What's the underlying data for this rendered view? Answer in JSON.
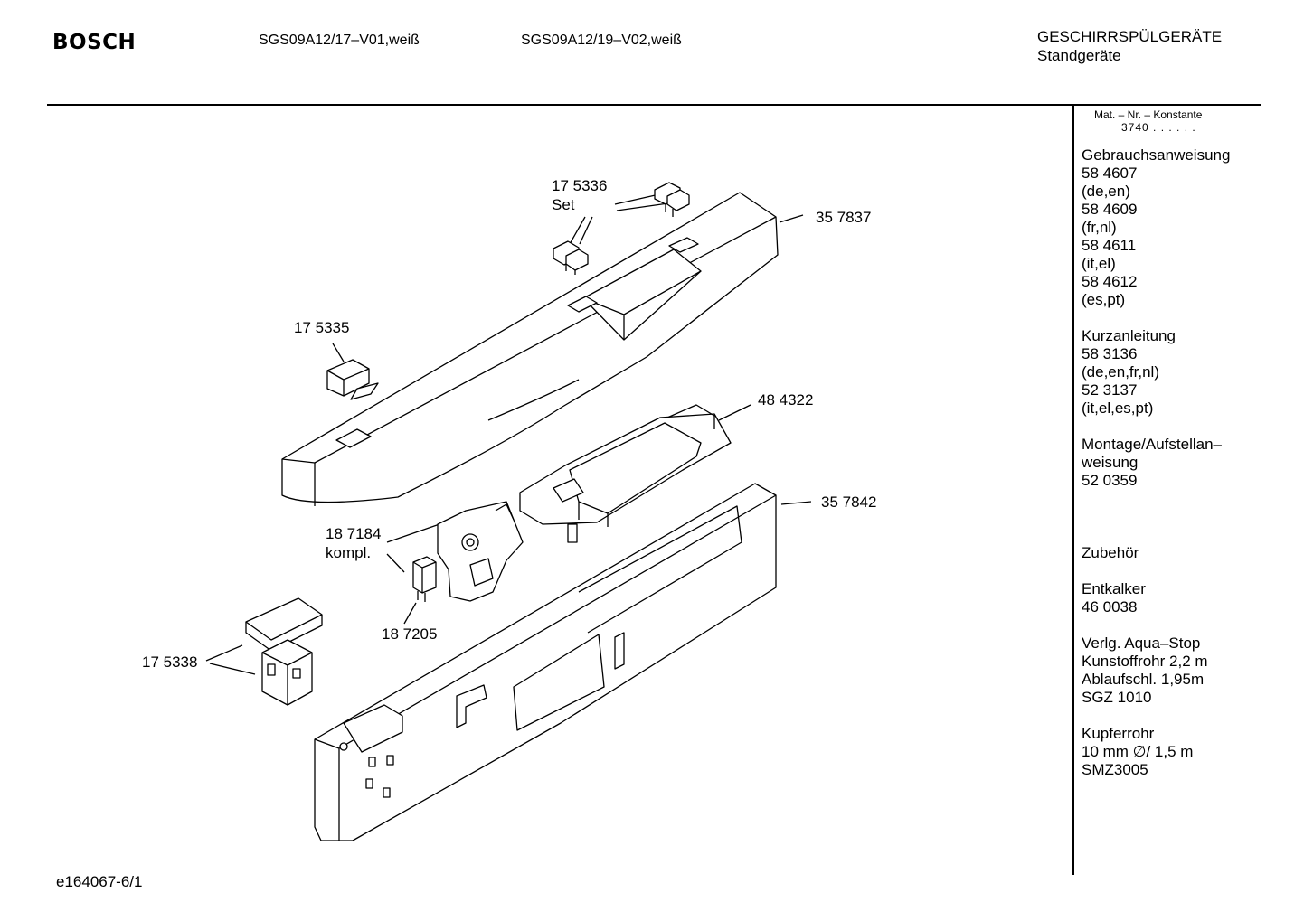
{
  "header": {
    "brand": "BOSCH",
    "model_1": "SGS09A12/17–V01,weiß",
    "model_2": "SGS09A12/19–V02,weiß",
    "category": "GESCHIRRSPÜLGERÄTE",
    "subcategory": "Standgeräte"
  },
  "sidebar": {
    "mat_label": "Mat. – Nr. – Konstante",
    "mat_value": "3740 . . . . . .",
    "sections": [
      {
        "title": "Gebrauchsanweisung",
        "lines": [
          "58 4607",
          "(de,en)",
          "58 4609",
          "(fr,nl)",
          "58 4611",
          "(it,el)",
          "58 4612",
          "(es,pt)"
        ]
      },
      {
        "title": "Kurzanleitung",
        "lines": [
          "58 3136",
          "(de,en,fr,nl)",
          "52 3137",
          "(it,el,es,pt)"
        ]
      },
      {
        "title": "Montage/Aufstellan–",
        "lines": [
          "weisung",
          "52 0359"
        ]
      },
      {
        "title": "",
        "lines": []
      },
      {
        "title": "Zubehör",
        "lines": []
      },
      {
        "title": "Entkalker",
        "lines": [
          "46 0038"
        ]
      },
      {
        "title": "Verlg. Aqua–Stop",
        "lines": [
          "Kunstoffrohr 2,2 m",
          "Ablaufschl. 1,95m",
          "SGZ 1010"
        ]
      },
      {
        "title": "Kupferrohr",
        "lines": [
          "10 mm ∅/ 1,5 m",
          "SMZ3005"
        ]
      }
    ]
  },
  "parts": {
    "p175336": "17 5336",
    "p175336_sub": "Set",
    "p357837": "35 7837",
    "p175335": "17 5335",
    "p484322": "48 4322",
    "p357842": "35 7842",
    "p187184": "18 7184",
    "p187184_sub": "kompl.",
    "p187205": "18 7205",
    "p175338": "17 5338"
  },
  "footer": {
    "code": "e164067-6/1"
  }
}
